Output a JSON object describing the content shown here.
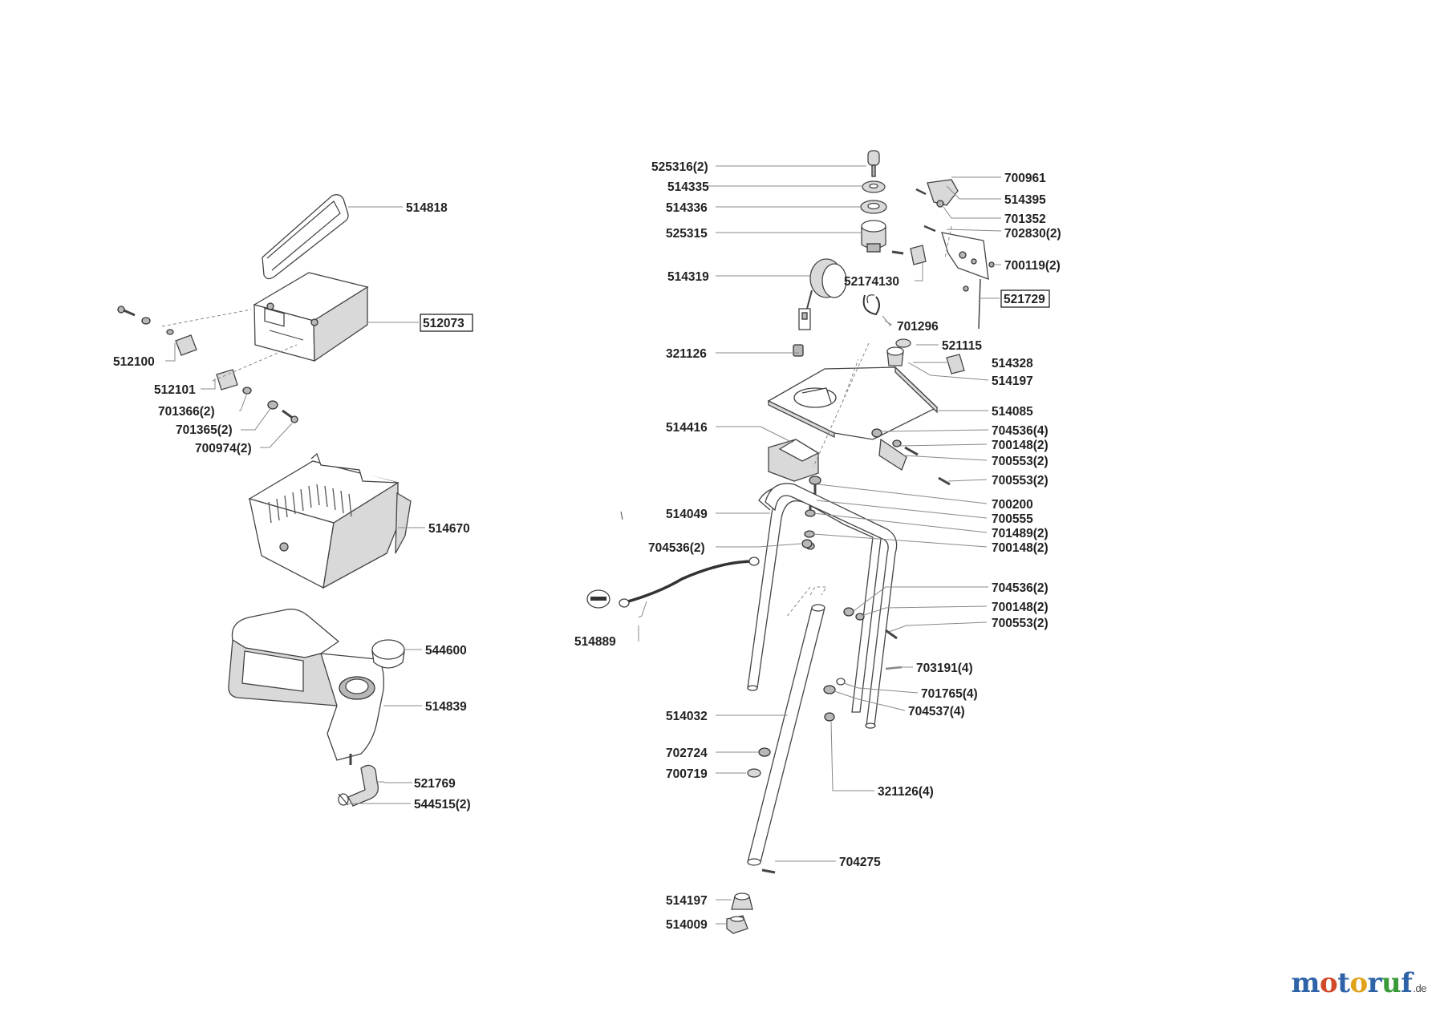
{
  "parts": [
    {
      "text": "514818"
    },
    {
      "text": "512073",
      "boxed": true
    },
    {
      "text": "512100"
    },
    {
      "text": "512101"
    },
    {
      "text": "701366(2)"
    },
    {
      "text": "701365(2)"
    },
    {
      "text": "700974(2)"
    },
    {
      "text": "514670"
    },
    {
      "text": "544600"
    },
    {
      "text": "514839"
    },
    {
      "text": "521769"
    },
    {
      "text": "544515(2)"
    },
    {
      "text": "525316(2)"
    },
    {
      "text": "514335"
    },
    {
      "text": "514336"
    },
    {
      "text": "525315"
    },
    {
      "text": "514319"
    },
    {
      "text": "52174130"
    },
    {
      "text": "701296"
    },
    {
      "text": "700961"
    },
    {
      "text": "514395"
    },
    {
      "text": "701352"
    },
    {
      "text": "702830(2)"
    },
    {
      "text": "700119(2)"
    },
    {
      "text": "521729",
      "boxed": true
    },
    {
      "text": "321126"
    },
    {
      "text": "521115"
    },
    {
      "text": "514328"
    },
    {
      "text": "514197"
    },
    {
      "text": "514085"
    },
    {
      "text": "514416"
    },
    {
      "text": "704536(4)"
    },
    {
      "text": "700148(2)"
    },
    {
      "text": "700553(2)"
    },
    {
      "text": "700553(2)"
    },
    {
      "text": "700200"
    },
    {
      "text": "700555"
    },
    {
      "text": "701489(2)"
    },
    {
      "text": "700148(2)"
    },
    {
      "text": "514049"
    },
    {
      "text": "704536(2)"
    },
    {
      "text": "704536(2)"
    },
    {
      "text": "700148(2)"
    },
    {
      "text": "700553(2)"
    },
    {
      "text": "514889"
    },
    {
      "text": "703191(4)"
    },
    {
      "text": "701765(4)"
    },
    {
      "text": "704537(4)"
    },
    {
      "text": "514032"
    },
    {
      "text": "702724"
    },
    {
      "text": "700719"
    },
    {
      "text": "321126(4)"
    },
    {
      "text": "704275"
    },
    {
      "text": "514197"
    },
    {
      "text": "514009"
    }
  ],
  "logo": {
    "letters": [
      {
        "ch": "m",
        "color": "#2e63a8"
      },
      {
        "ch": "o",
        "color": "#d14a2a"
      },
      {
        "ch": "t",
        "color": "#2e63a8"
      },
      {
        "ch": "o",
        "color": "#e0a21b"
      },
      {
        "ch": "r",
        "color": "#2e63a8"
      },
      {
        "ch": "u",
        "color": "#3a9a3a"
      },
      {
        "ch": "f",
        "color": "#2e63a8"
      }
    ],
    "suffix": ".de"
  }
}
